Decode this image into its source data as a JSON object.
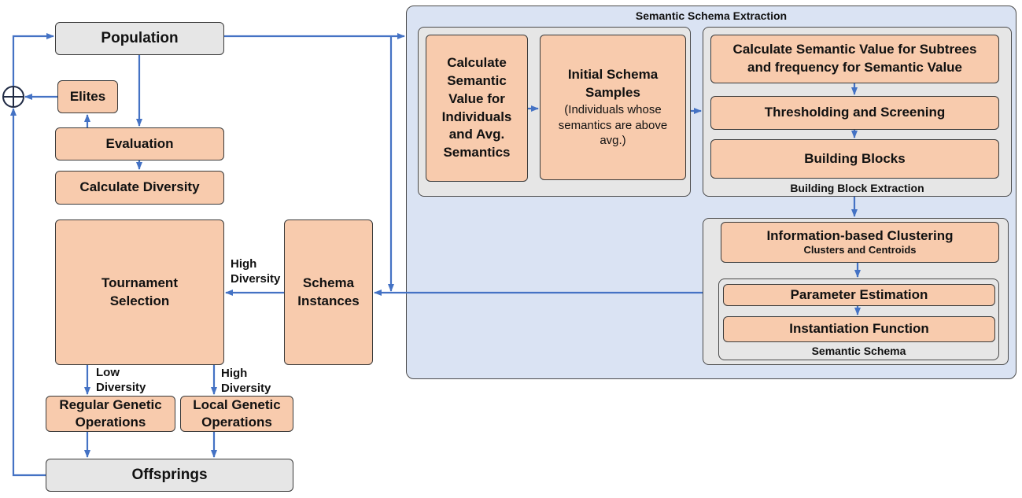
{
  "diagram": {
    "left": {
      "population": "Population",
      "elites": "Elites",
      "evaluation": "Evaluation",
      "calculate_diversity": "Calculate Diversity",
      "tournament_selection": "Tournament\nSelection",
      "schema_instances": "Schema\nInstances",
      "high_diversity_label_1": "High\nDiversity",
      "low_diversity_label": "Low\nDiversity",
      "high_diversity_label_2": "High\nDiversity",
      "regular_genetic_operations": "Regular Genetic\nOperations",
      "local_genetic_operations": "Local Genetic\nOperations",
      "offsprings": "Offsprings"
    },
    "semantic_schema_extraction": {
      "title": "Semantic Schema Extraction",
      "calc_semantic_value": "Calculate\nSemantic\nValue for\nIndividuals\nand Avg.\nSemantics",
      "initial_schema_samples": "Initial Schema\nSamples",
      "initial_schema_samples_note": "(Individuals whose\nsemantics are above\navg.)",
      "building_block_extraction": {
        "title": "Building Block Extraction",
        "calc_subtrees": "Calculate Semantic Value for Subtrees\nand frequency for Semantic Value",
        "thresholding": "Thresholding and Screening",
        "building_blocks": "Building Blocks"
      },
      "clustering": {
        "info_clustering": "Information-based Clustering",
        "clusters_centroids": "Clusters and Centroids",
        "semantic_schema": {
          "title": "Semantic Schema",
          "parameter_estimation": "Parameter Estimation",
          "instantiation_function": "Instantiation Function"
        }
      }
    },
    "colors": {
      "arrow": "#4472c4",
      "process_box": "#f8cbad",
      "population_box": "#e6e6e6",
      "extraction_panel": "#dae3f3",
      "sub_panel": "#e6e6e6"
    }
  }
}
